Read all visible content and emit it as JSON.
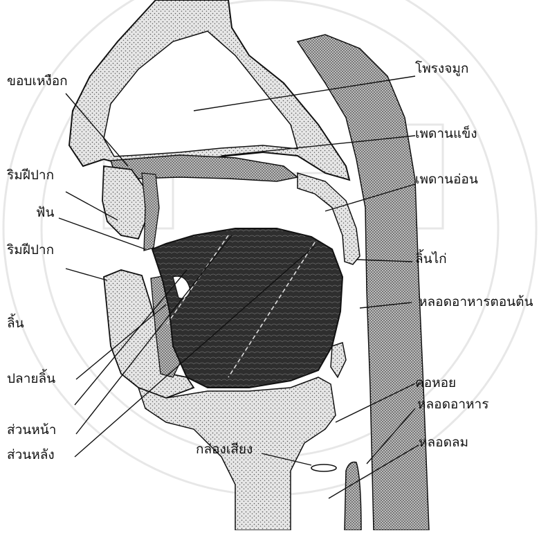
{
  "labels": {
    "nasal_cavity": "โพรงจมูก",
    "alveolar_ridge": "ขอบเหงือก",
    "hard_palate": "เพดานแข็ง",
    "soft_palate": "เพดานอ่อน",
    "upper_lip": "ริมฝีปาก",
    "teeth": "ฟัน",
    "uvula": "ลิ้นไก่",
    "lower_lip": "ริมฝีปาก",
    "upper_pharynx": "หลอดอาหารตอนต้น",
    "tongue": "ลิ้น",
    "tongue_tip": "ปลายลิ้น",
    "pharynx": "คอหอย",
    "esophagus": "หลอดอาหาร",
    "tongue_front": "ส่วนหน้า",
    "larynx": "กล่องเสียง",
    "trachea": "หลอดลม",
    "tongue_back": "ส่วนหลัง"
  },
  "colors": {
    "ink": "#111111",
    "tissue": "#d9d9d9",
    "tongue": "#2a2a2a",
    "background": "#ffffff",
    "watermark": "#c8c8c8"
  }
}
